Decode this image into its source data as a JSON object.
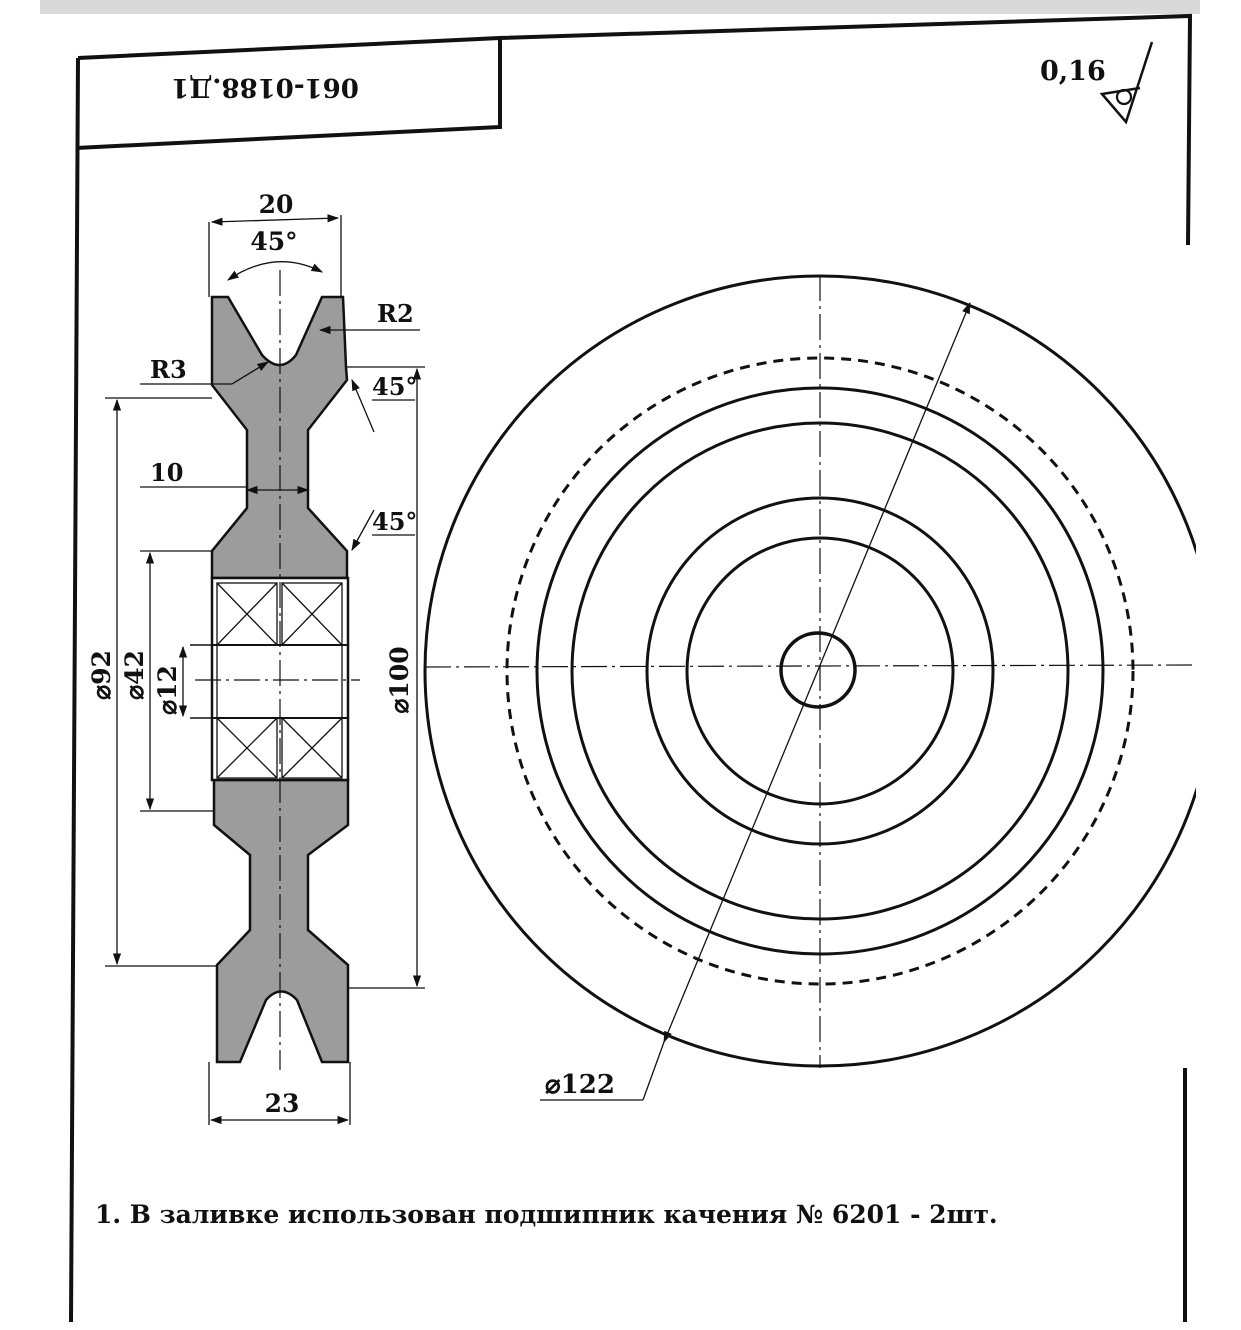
{
  "drawing": {
    "code": "061-0188.Д1",
    "roughness": "0,16",
    "dimensions": {
      "width_top": "20",
      "groove_angle": "45°",
      "radius_r2": "R2",
      "radius_r3": "R3",
      "chamfer_upper": "45°",
      "chamfer_lower": "45°",
      "web_thickness": "10",
      "dia_92": "⌀92",
      "dia_42": "⌀42",
      "dia_12": "⌀12",
      "dia_100": "⌀100",
      "width_bottom": "23",
      "dia_122": "⌀122"
    },
    "note": "1. В заливке использован подшипник качения № 6201 - 2шт."
  }
}
